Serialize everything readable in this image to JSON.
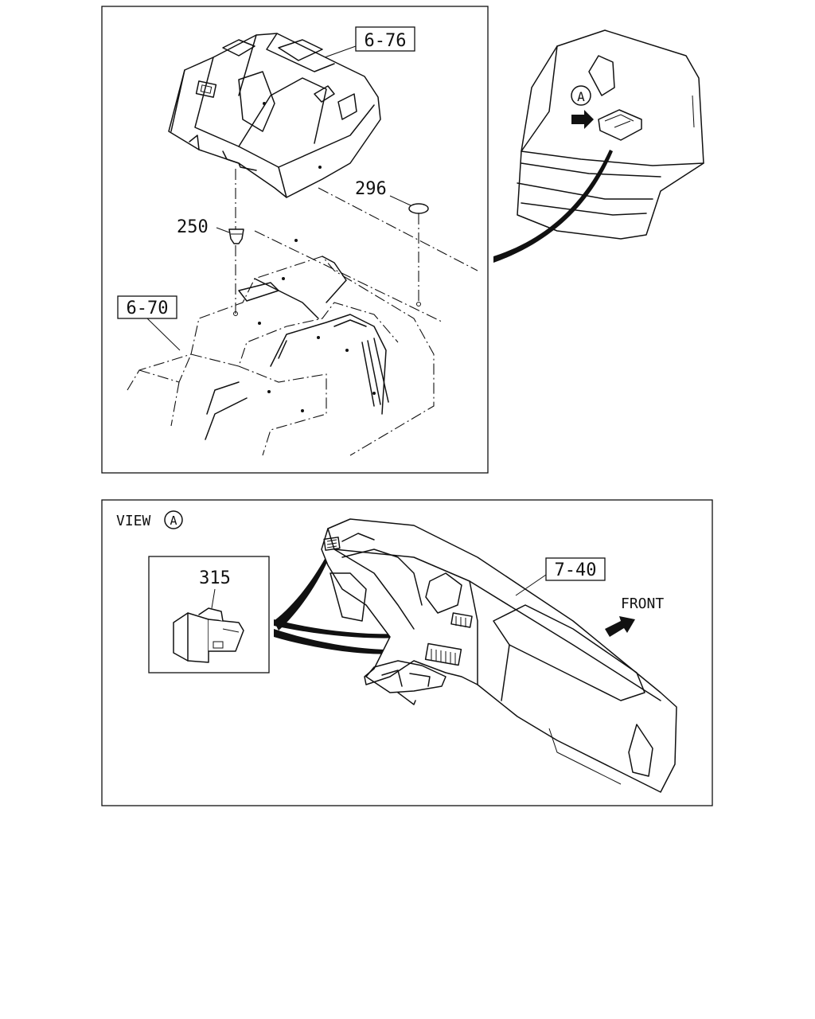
{
  "top_panel": {
    "callouts": {
      "upper_console_ref": "6-76",
      "lower_console_ref": "6-70",
      "clip_part": "250",
      "plug_part": "296",
      "view_marker": "A"
    }
  },
  "bottom_panel": {
    "view_label": "VIEW",
    "view_marker": "A",
    "switch_part": "315",
    "dash_ref": "7-40",
    "direction_label": "FRONT"
  }
}
